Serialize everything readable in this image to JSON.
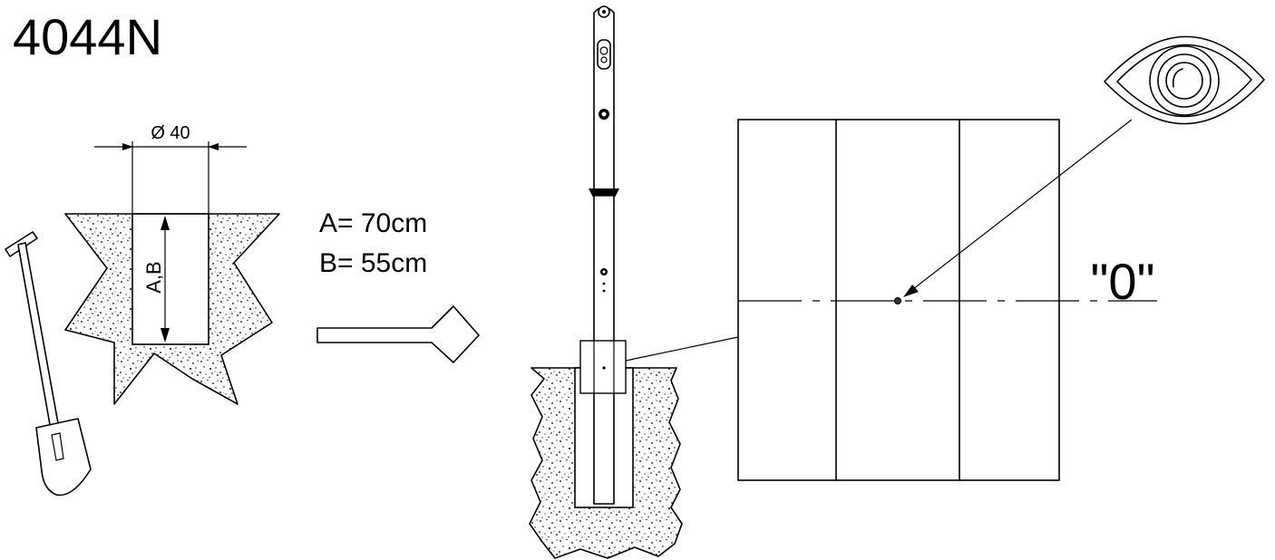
{
  "model": {
    "code": "4044N"
  },
  "hole": {
    "diameter_label": "Ø 40",
    "depth_label": "A,B"
  },
  "dimensions": {
    "a_label": "A= 70cm",
    "b_label": "B= 55cm"
  },
  "detail": {
    "level_label": "\"0\""
  },
  "icons": {
    "shovel": "shovel-icon",
    "eye": "eye-icon",
    "arrow": "right-arrow-icon"
  }
}
